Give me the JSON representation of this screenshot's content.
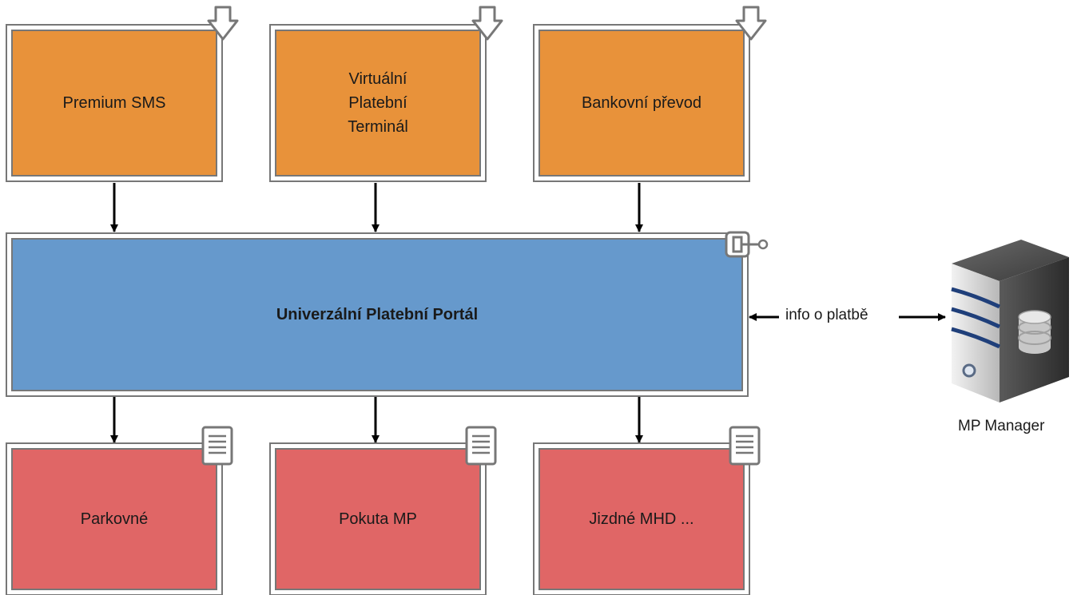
{
  "sources": [
    {
      "lines": [
        "Premium SMS"
      ]
    },
    {
      "lines": [
        "Virtuální",
        "Platební",
        "Terminál"
      ]
    },
    {
      "lines": [
        "Bankovní převod"
      ]
    }
  ],
  "portal": {
    "label": "Univerzální Platební Portál"
  },
  "targets": [
    {
      "lines": [
        "Parkovné"
      ]
    },
    {
      "lines": [
        "Pokuta MP"
      ]
    },
    {
      "lines": [
        "Jizdné MHD ..."
      ]
    }
  ],
  "connection": {
    "label": "info o platbě"
  },
  "server": {
    "label": "MP Manager"
  },
  "colors": {
    "source_fill": "#e8923a",
    "portal_fill": "#6699cc",
    "target_fill": "#e06666",
    "border": "#777777"
  }
}
